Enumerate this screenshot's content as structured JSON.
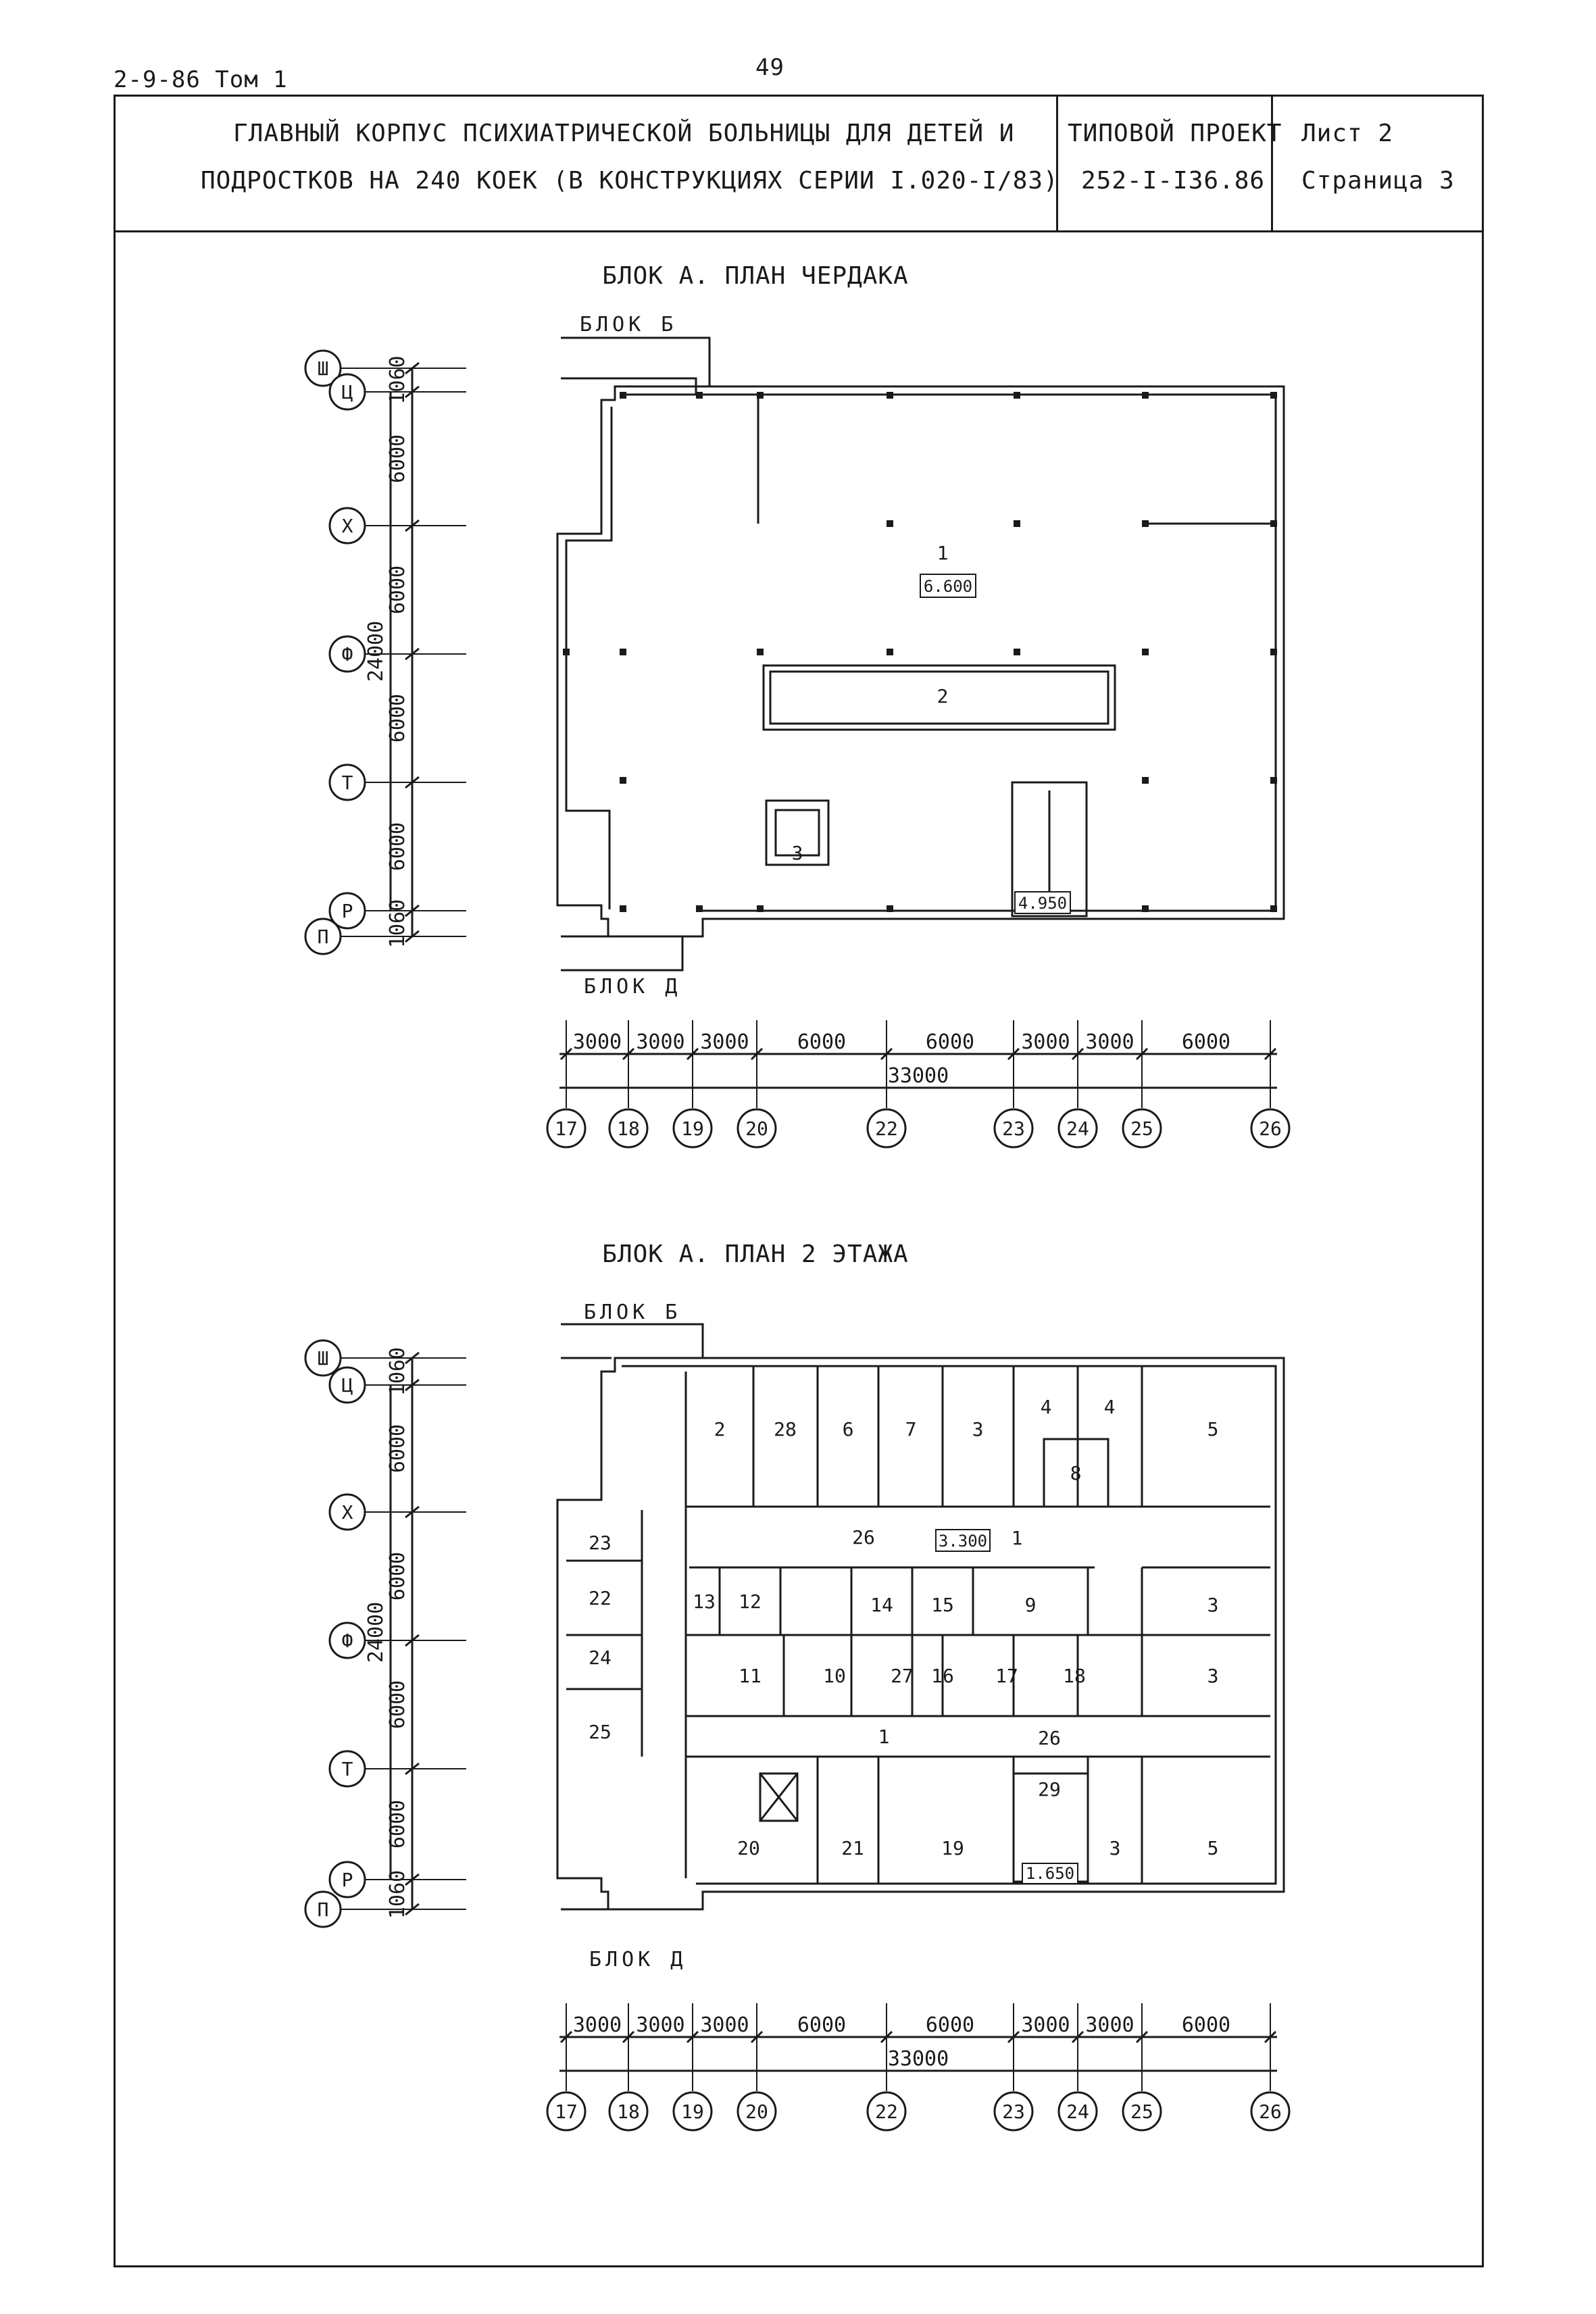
{
  "sheet": {
    "series_code": "2-9-86 Том 1",
    "page_number": "49"
  },
  "title_block": {
    "title_line1": "ГЛАВНЫЙ КОРПУС ПСИХИАТРИЧЕСКОЙ БОЛЬНИЦЫ ДЛЯ ДЕТЕЙ И",
    "title_line2": "ПОДРОСТКОВ НА 240 КОЕК (В КОНСТРУКЦИЯХ СЕРИИ I.020-I/83)",
    "project_label": "ТИПОВОЙ ПРОЕКТ",
    "project_code": "252-I-I36.86",
    "sheet_label": "Лист 2",
    "page_label": "Страница 3"
  },
  "plan_attic": {
    "title": "БЛОК А. ПЛАН ЧЕРДАКА",
    "block_top": "БЛОК Б",
    "block_bottom": "БЛОК Д",
    "total_height_dim": "24000",
    "elevation_main": "6.600",
    "elevation_stair": "4.950",
    "rooms": [
      "1",
      "2",
      "3"
    ]
  },
  "plan_floor2": {
    "title": "БЛОК А. ПЛАН 2 ЭТАЖА",
    "block_top": "БЛОК Б",
    "block_bottom": "БЛОК Д",
    "total_height_dim": "24000",
    "elevation_main": "3.300",
    "elevation_stair": "1.650",
    "rooms": [
      "2",
      "28",
      "6",
      "7",
      "3",
      "4",
      "4",
      "5",
      "8",
      "26",
      "1",
      "23",
      "22",
      "13",
      "12",
      "14",
      "15",
      "9",
      "3",
      "24",
      "11",
      "10",
      "27",
      "16",
      "17",
      "18",
      "3",
      "25",
      "1",
      "26",
      "29",
      "20",
      "21",
      "19",
      "3",
      "5"
    ]
  },
  "axes": {
    "row_labels": [
      "Ш",
      "Ц",
      "Х",
      "Ф",
      "Т",
      "Р",
      "П"
    ],
    "row_dims": [
      "1060",
      "6000",
      "6000",
      "6000",
      "6000",
      "1060"
    ],
    "column_labels": [
      "17",
      "18",
      "19",
      "20",
      "22",
      "23",
      "24",
      "25",
      "26"
    ],
    "column_dims": [
      "3000",
      "3000",
      "3000",
      "6000",
      "6000",
      "3000",
      "3000",
      "6000"
    ],
    "total_width_dim": "33000"
  }
}
